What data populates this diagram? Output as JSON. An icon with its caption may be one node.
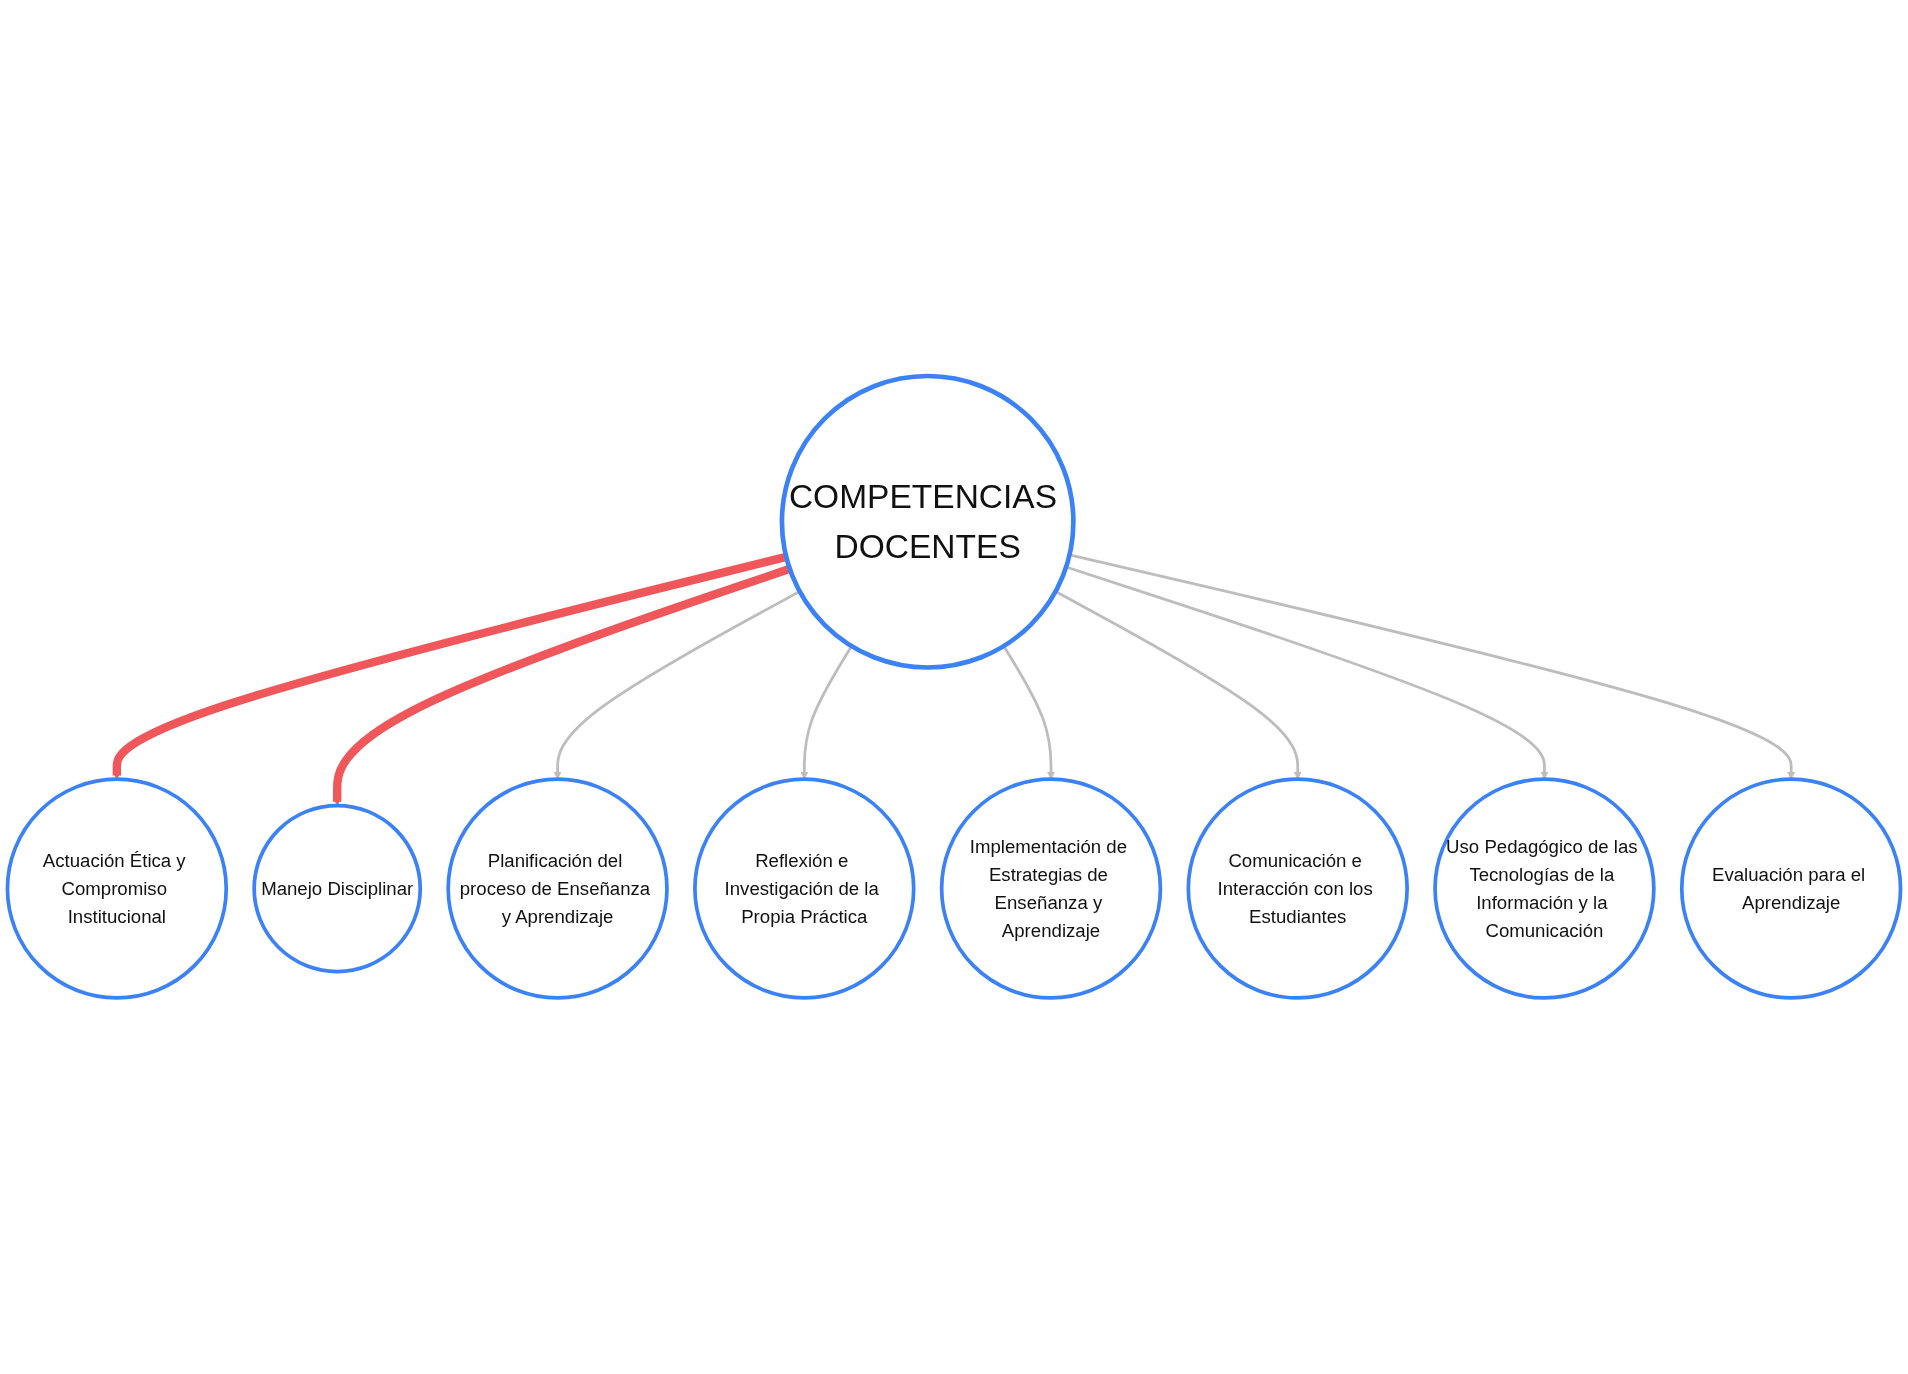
{
  "diagram": {
    "nodes": [
      {
        "text": [
          "Actuación Ética y Compromiso Institucional"
        ]
      },
      {
        "text": [
          "COMPETENCIAS DOCENTES"
        ]
      },
      {
        "text": [
          "Manejo Disciplinar"
        ]
      },
      {
        "text": [
          "Planificación del proceso de Enseñanza y Aprendizaje"
        ]
      },
      {
        "text": [
          "Evaluación para el Aprendizaje"
        ]
      },
      {
        "text": [
          "Reflexión e Investigación de la Propia Práctica"
        ]
      },
      {
        "text": [
          "Implementación de Estrategias de Enseñanza y Aprendizaje"
        ]
      },
      {
        "text": [
          "Comunicación e Interacción con los Estudiantes"
        ]
      },
      {
        "text": [
          "Uso Pedagógico de las Tecnologías de la Información y la Comunicación"
        ]
      }
    ],
    "edges": [
      {
        "from": 1,
        "to": 0,
        "arrow": "to",
        "style": "thick",
        "color": "#f0575b"
      },
      {
        "from": 1,
        "to": 2,
        "arrow": "to",
        "style": "thick",
        "color": "#f0575b"
      },
      {
        "from": 1,
        "to": 3,
        "arrow": "to"
      },
      {
        "from": 1,
        "to": 5,
        "arrow": "to"
      },
      {
        "from": 1,
        "to": 6,
        "arrow": "to"
      },
      {
        "from": 1,
        "to": 7,
        "arrow": "to"
      },
      {
        "from": 1,
        "to": 8,
        "arrow": "to"
      },
      {
        "from": 1,
        "to": 4,
        "arrow": "to"
      }
    ]
  }
}
